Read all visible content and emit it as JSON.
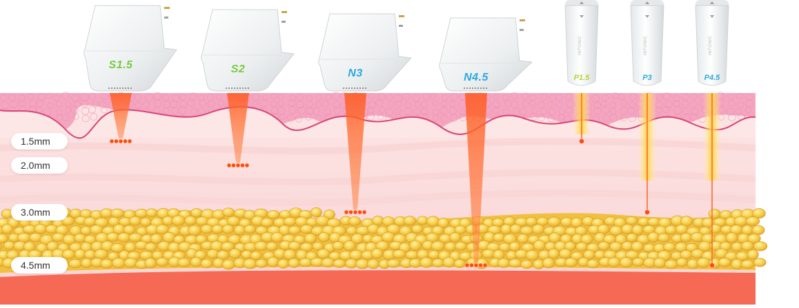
{
  "depth_labels": [
    {
      "text": "1.5mm",
      "depth": 1.5
    },
    {
      "text": "2.0mm",
      "depth": 2.0
    },
    {
      "text": "3.0mm",
      "depth": 3.0
    },
    {
      "text": "4.5mm",
      "depth": 4.5
    }
  ],
  "cartridges": [
    {
      "label": "S1.5",
      "color": "#7ac943",
      "depth": 1.5
    },
    {
      "label": "S2",
      "color": "#7ac943",
      "depth": 2.0
    },
    {
      "label": "N3",
      "color": "#29a9e0",
      "depth": 3.0
    },
    {
      "label": "N4.5",
      "color": "#29a9e0",
      "depth": 4.5
    }
  ],
  "pens": [
    {
      "label": "P1.5",
      "color": "#b5d334",
      "brand": "HIFONIC",
      "depth": 1.5
    },
    {
      "label": "P3",
      "color": "#29a9e0",
      "brand": "HIFONIC",
      "depth": 3.0
    },
    {
      "label": "P4.5",
      "color": "#29a9e0",
      "brand": "HIFONIC",
      "depth": 4.5
    }
  ],
  "colors": {
    "epidermis": "#f4a6c0",
    "dermis": "#fde3e3",
    "fat": "#f2c33a",
    "muscle": "#f66a55",
    "beam": "#ff6a2a",
    "focal_dot": "#ff4a10",
    "pen_glow": "#ffe05a"
  }
}
